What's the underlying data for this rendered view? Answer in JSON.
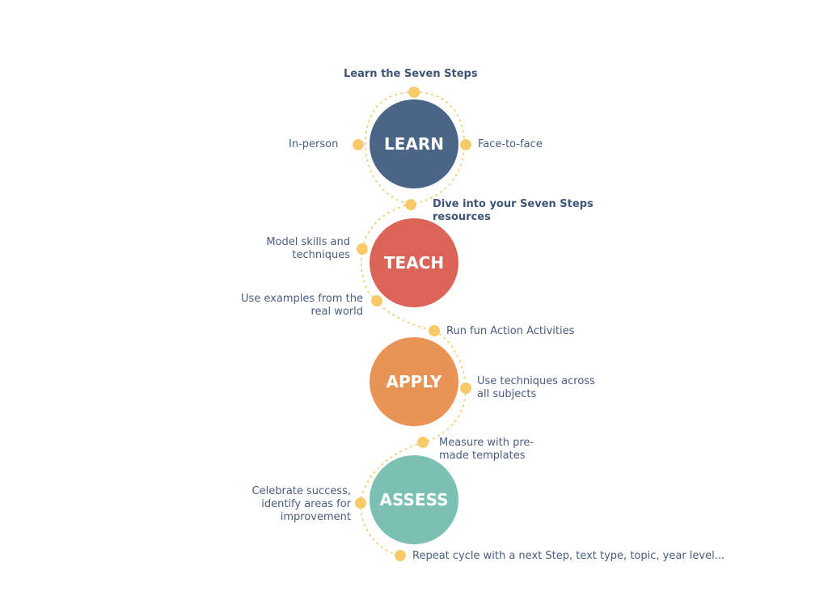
{
  "palette": {
    "learn": "#4b6587",
    "teach": "#dc6358",
    "apply": "#e89456",
    "assess": "#7cc0b3",
    "dot": "#f8cb6a",
    "path": "#f4c869",
    "text": "#4a5d7e"
  },
  "stages": [
    {
      "name": "LEARN",
      "color": "#4b6587"
    },
    {
      "name": "TEACH",
      "color": "#dc6358"
    },
    {
      "name": "APPLY",
      "color": "#e89456"
    },
    {
      "name": "ASSESS",
      "color": "#7cc0b3"
    }
  ],
  "labels": {
    "learn_top": "Learn the Seven Steps",
    "learn_left": "In-person",
    "learn_right": "Face-to-face",
    "teach_top": [
      "Dive into your Seven Steps",
      "resources"
    ],
    "teach_left_1": [
      "Model skills and",
      "techniques"
    ],
    "teach_left_2": [
      "Use examples from the",
      "real world"
    ],
    "apply_top": "Run fun Action Activities",
    "apply_right": [
      "Use techniques across",
      "all subjects"
    ],
    "assess_top": [
      "Measure with pre-",
      "made templates"
    ],
    "assess_left": [
      "Celebrate success,",
      "identify areas for",
      "improvement"
    ],
    "assess_bottom": "Repeat cycle with a next Step, text type, topic, year level..."
  }
}
